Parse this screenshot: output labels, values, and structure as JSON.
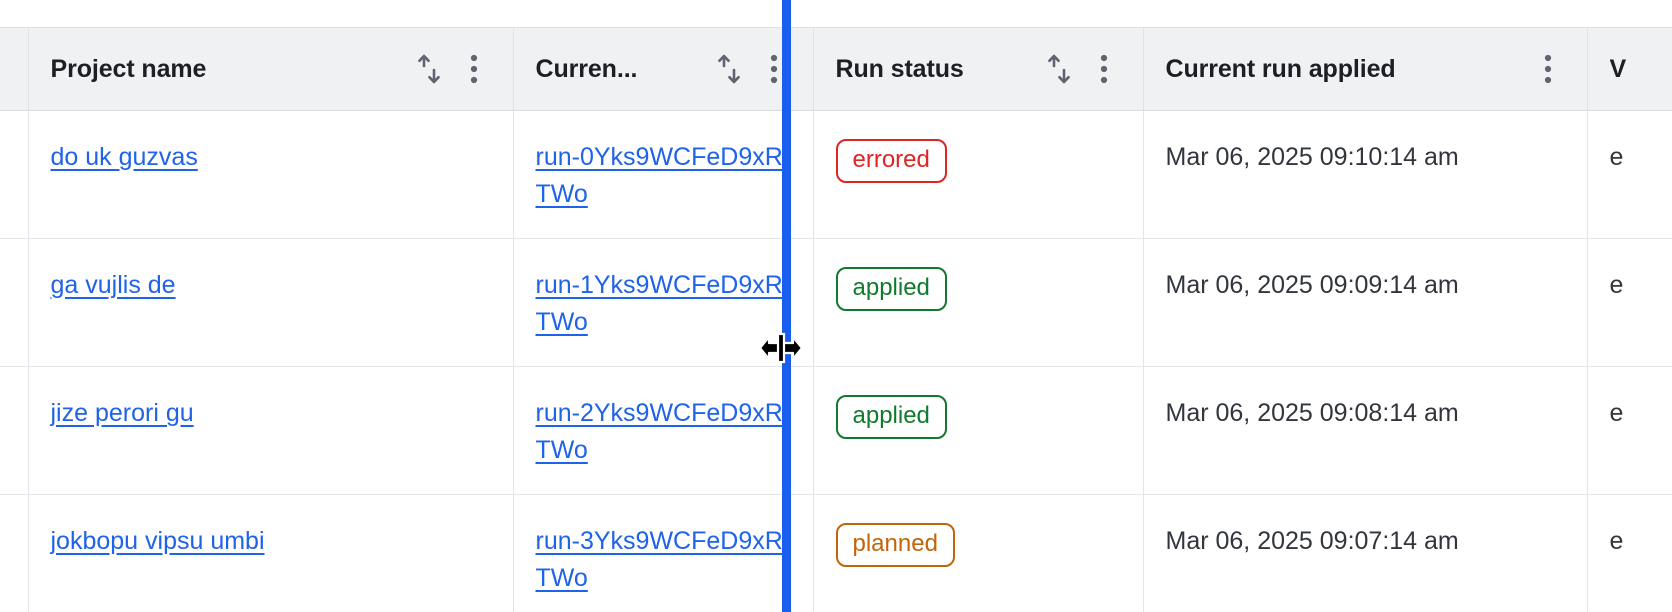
{
  "table": {
    "columns": [
      {
        "key": "select",
        "label": "",
        "has_sort": false,
        "has_menu": false
      },
      {
        "key": "project",
        "label": "Project name",
        "has_sort": true,
        "has_menu": true
      },
      {
        "key": "currun",
        "label": "Curren...",
        "has_sort": true,
        "has_menu": true
      },
      {
        "key": "status",
        "label": "Run status",
        "has_sort": true,
        "has_menu": true
      },
      {
        "key": "applied",
        "label": "Current run applied",
        "has_sort": false,
        "has_menu": true
      },
      {
        "key": "vcs",
        "label": "V",
        "has_sort": false,
        "has_menu": false
      }
    ],
    "rows": [
      {
        "project": "do uk guzvas",
        "current_run": "run-0Yks9WCFeD9xRTWo",
        "status": "errored",
        "status_kind": "errored",
        "current_run_applied": "Mar 06, 2025 09:10:14 am",
        "vcs": "e"
      },
      {
        "project": "ga vujlis de",
        "current_run": "run-1Yks9WCFeD9xRTWo",
        "status": "applied",
        "status_kind": "applied",
        "current_run_applied": "Mar 06, 2025 09:09:14 am",
        "vcs": "e"
      },
      {
        "project": "jize perori gu",
        "current_run": "run-2Yks9WCFeD9xRTWo",
        "status": "applied",
        "status_kind": "applied",
        "current_run_applied": "Mar 06, 2025 09:08:14 am",
        "vcs": "e"
      },
      {
        "project": "jokbopu vipsu umbi",
        "current_run": "run-3Yks9WCFeD9xRTWo",
        "status": "planned",
        "status_kind": "planned",
        "current_run_applied": "Mar 06, 2025 09:07:14 am",
        "vcs": "e"
      }
    ]
  },
  "icons": {
    "sort": "sort-arrows-icon",
    "menu": "column-menu-kebab-icon",
    "cursor": "col-resize-cursor"
  },
  "interaction": {
    "resize_indicator_color": "#1a5ef0",
    "resizing_column": "Curren..."
  },
  "colors": {
    "link": "#1e63e9",
    "header_bg": "#f0f1f3",
    "status_errored": "#e02424",
    "status_applied": "#127a2e",
    "status_planned": "#c2650a",
    "resize_line": "#1a5ef0"
  }
}
